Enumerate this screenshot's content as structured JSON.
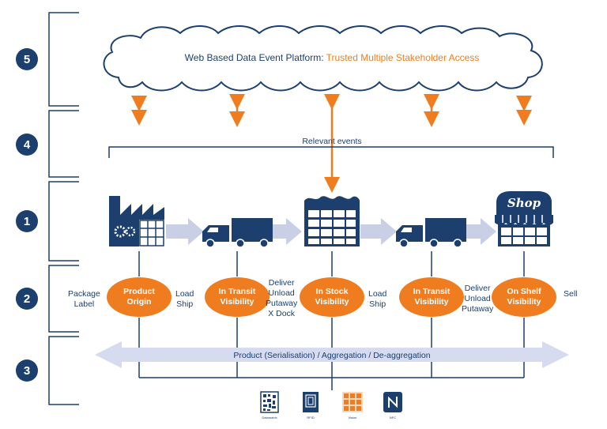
{
  "levels": [
    "5",
    "4",
    "1",
    "2",
    "3"
  ],
  "platform": {
    "label_main": "Web Based Data Event Platform: ",
    "label_highlight": "Trusted Multiple Stakeholder Access"
  },
  "relevant_events": "Relevant events",
  "stages": [
    {
      "line1": "Product",
      "line2": "Origin"
    },
    {
      "line1": "In Transit",
      "line2": "Visibility"
    },
    {
      "line1": "In Stock",
      "line2": "Visibility"
    },
    {
      "line1": "In Transit",
      "line2": "Visibility"
    },
    {
      "line1": "On Shelf",
      "line2": "Visibility"
    }
  ],
  "actions": [
    {
      "lines": [
        "Package",
        "Label"
      ]
    },
    {
      "lines": [
        "Load",
        "Ship"
      ]
    },
    {
      "lines": [
        "Deliver",
        "Unload",
        "Putaway",
        "X Dock"
      ]
    },
    {
      "lines": [
        "Load",
        "Ship"
      ]
    },
    {
      "lines": [
        "Deliver",
        "Unload",
        "Putaway"
      ]
    },
    {
      "lines": [
        "Sell"
      ]
    }
  ],
  "shop_sign": "Shop",
  "serialisation": "Product (Serialisation) / Aggregation / De-aggregation",
  "technologies": [
    "Datamatrix",
    "RFID",
    "Vision",
    "NFC"
  ],
  "colors": {
    "navy": "#1c3f6e",
    "orange": "#ef7d1f",
    "arrow_grey": "#c9d0e6"
  }
}
